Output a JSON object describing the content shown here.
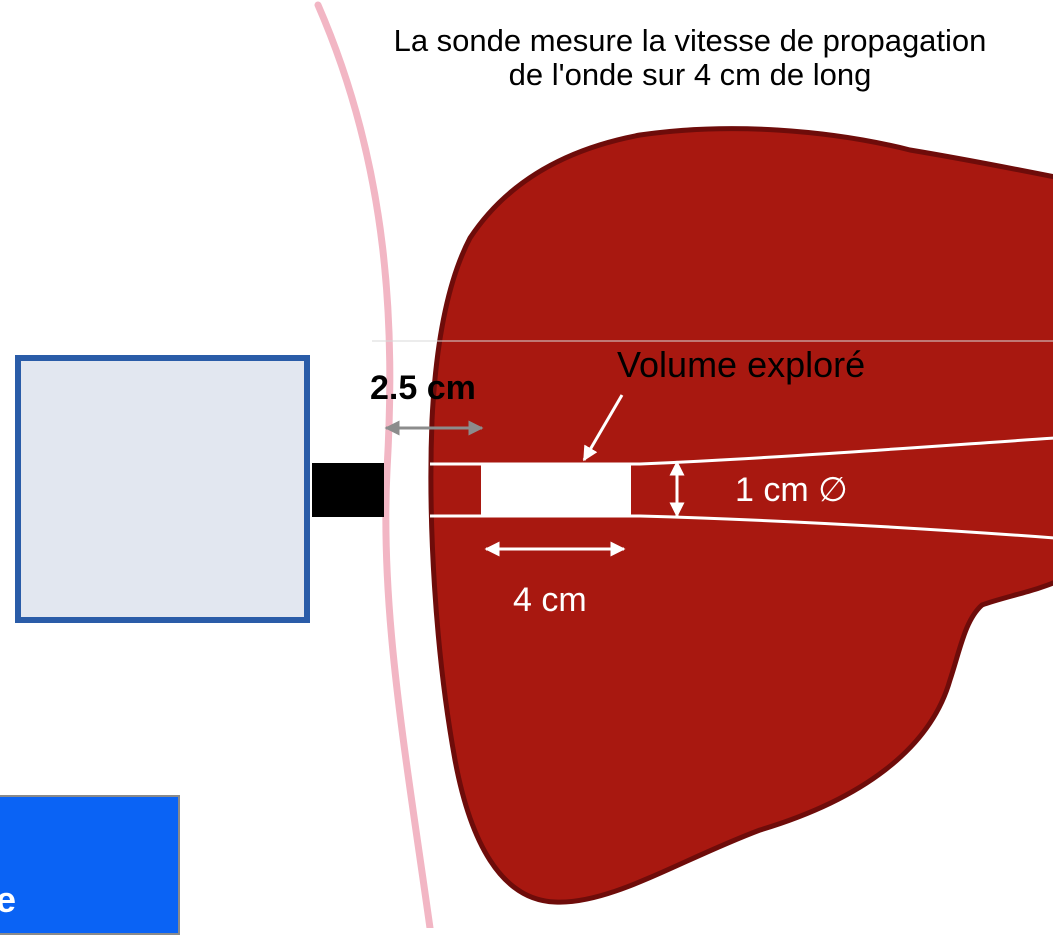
{
  "caption": {
    "line1": "La sonde mesure la vitesse de propagation",
    "line2": "de l'onde sur 4 cm de long"
  },
  "labels": {
    "volume": "Volume exploré",
    "depth_number": "2.5",
    "depth_unit": "cm",
    "diameter": "1 cm ∅",
    "length": "4 cm"
  },
  "panel": {
    "text": "e"
  },
  "colors": {
    "liver_fill": "#a81810",
    "liver_outline": "#6e0c0a",
    "skin_line": "#f2b6c4",
    "probe_body_fill": "#e2e7f0",
    "probe_body_border": "#2a5ca8",
    "probe_tip": "#000000",
    "measured_volume": "#ffffff",
    "depth_arrow": "#8c8c8c",
    "panel_fill": "#0a63f5"
  }
}
